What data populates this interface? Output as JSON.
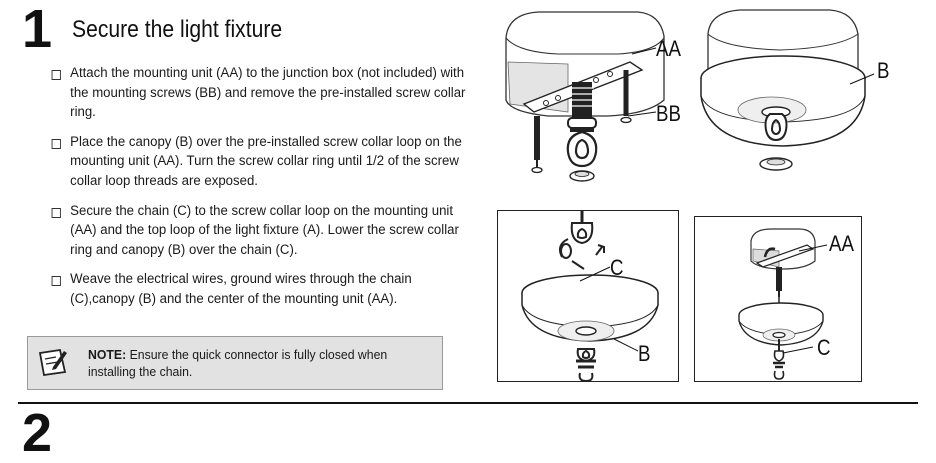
{
  "step": {
    "number": "1",
    "title": "Secure the light fixture",
    "items": [
      "Attach the mounting unit (AA) to the junction box (not included) with the mounting screws (BB) and remove the pre-installed screw collar ring.",
      "Place the canopy (B) over the pre-installed screw collar loop on the mounting unit (AA). Turn the screw collar ring until 1/2 of the screw collar loop threads are exposed.",
      "Secure the chain (C) to the screw collar loop on the mounting unit (AA) and the top loop of the light fixture (A). Lower the screw collar ring and canopy (B) over the chain (C).",
      "Weave the electrical wires, ground wires through the chain (C),canopy (B) and the center of the mounting unit (AA)."
    ]
  },
  "note": {
    "label": "NOTE:",
    "text": " Ensure the quick connector is fully closed when installing the chain.",
    "icon": "note-pencil-icon"
  },
  "callouts": {
    "fig1_aa": "AA",
    "fig1_bb": "BB",
    "fig2_b": "B",
    "fig3_c": "C",
    "fig3_b": "B",
    "fig4_aa": "AA",
    "fig4_c": "C"
  },
  "next_step": {
    "number": "2"
  },
  "colors": {
    "note_bg": "#e2e2e2",
    "ink": "#111111"
  }
}
